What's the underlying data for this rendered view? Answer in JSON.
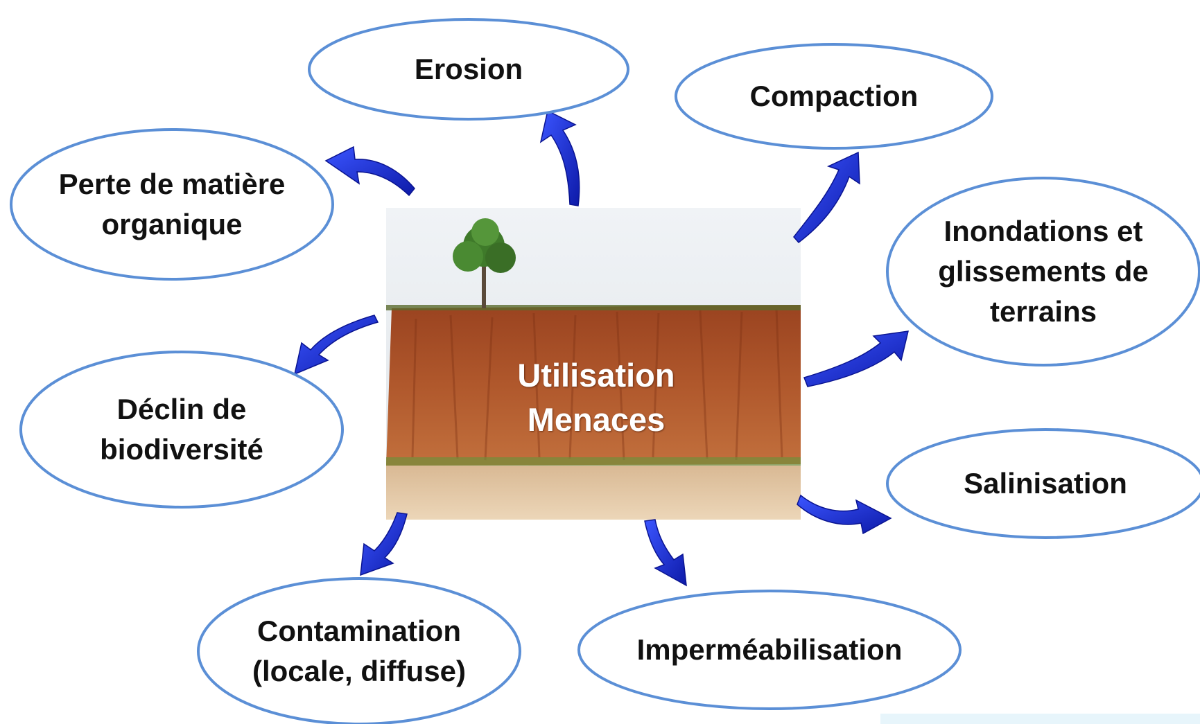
{
  "center": {
    "line1": "Utilisation",
    "line2": "Menaces"
  },
  "nodes": [
    {
      "id": "erosion",
      "label": "Erosion"
    },
    {
      "id": "compaction",
      "label": "Compaction"
    },
    {
      "id": "perte",
      "label": "Perte de matière\norganique"
    },
    {
      "id": "inondations",
      "label": "Inondations et\nglissements de\nterrains"
    },
    {
      "id": "declin",
      "label": "Déclin de\nbiodiversité"
    },
    {
      "id": "salinisation",
      "label": "Salinisation"
    },
    {
      "id": "contamination",
      "label": "Contamination\n(locale, diffuse)"
    },
    {
      "id": "impermeabilisation",
      "label": "Imperméabilisation"
    }
  ],
  "colors": {
    "ellipse_fill": "#ffffff",
    "ellipse_border": "#5b8fd6",
    "arrow": "#1a2bd8",
    "arrow_dark": "#0a1490",
    "sky": "#e9edf0",
    "soil": "#a8532b",
    "ground": "#e7cba6",
    "tree": "#3f7a2a"
  }
}
